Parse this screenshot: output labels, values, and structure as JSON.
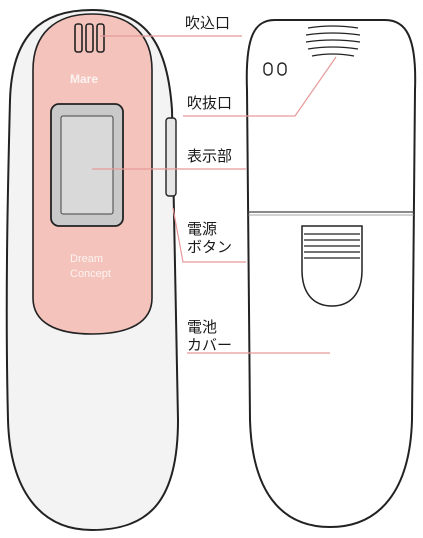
{
  "labels": {
    "breath_inlet": "吹込口",
    "breath_outlet": "吹抜口",
    "display": "表示部",
    "power_button_line1": "電源",
    "power_button_line2": "ボタン",
    "battery_cover_line1": "電池",
    "battery_cover_line2": "カバー"
  },
  "device_marks": {
    "logo": "Mare",
    "brand_line1": "Dream",
    "brand_line2": "Concept"
  },
  "colors": {
    "body_fill": "#f3f3f3",
    "body_stroke": "#222222",
    "front_panel": "#f4c3bc",
    "display_outer": "#c9c9c9",
    "display_inner": "#d9d9d9",
    "leader_line": "#e89a9a"
  }
}
